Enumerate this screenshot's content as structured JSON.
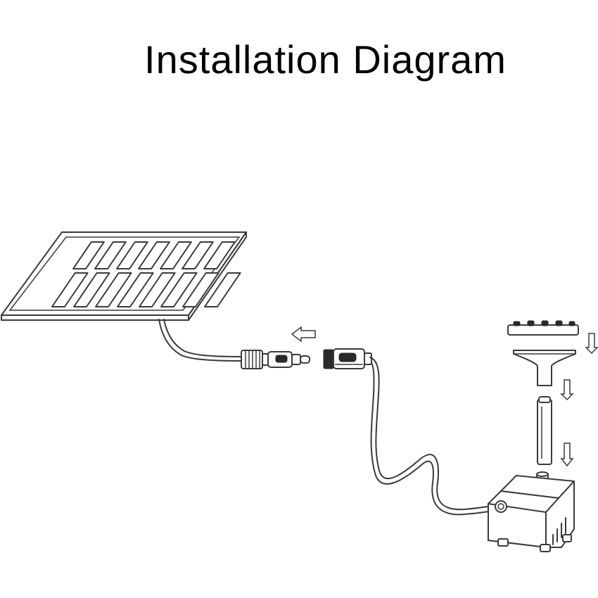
{
  "title": "Installation Diagram",
  "components": [
    {
      "name": "solar-panel",
      "icon": "solar-panel-icon"
    },
    {
      "name": "panel-connector-male",
      "icon": "plug-icon"
    },
    {
      "name": "pump-connector-female",
      "icon": "socket-icon"
    },
    {
      "name": "fountain-nozzle",
      "icon": "nozzle-icon"
    },
    {
      "name": "nozzle-base",
      "icon": "funnel-icon"
    },
    {
      "name": "extension-tube",
      "icon": "tube-icon"
    },
    {
      "name": "water-pump",
      "icon": "pump-icon"
    }
  ],
  "arrows": [
    {
      "name": "connect-arrow",
      "direction": "left"
    },
    {
      "name": "assembly-arrow-1",
      "direction": "down"
    },
    {
      "name": "assembly-arrow-2",
      "direction": "down"
    },
    {
      "name": "assembly-arrow-3",
      "direction": "down"
    }
  ],
  "colors": {
    "background": "#ffffff",
    "line": "#3a3a3a",
    "text": "#000000"
  }
}
